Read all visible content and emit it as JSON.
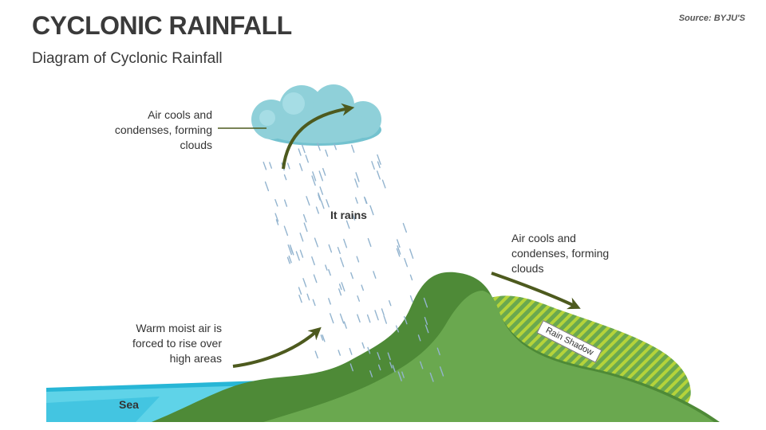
{
  "header": {
    "title": "CYCLONIC RAINFALL",
    "subtitle": "Diagram of Cyclonic Rainfall",
    "source": "Source: BYJU'S"
  },
  "labels": {
    "cloud_label": "Air cools and condenses, forming clouds",
    "it_rains": "It rains",
    "peak_label": "Air cools and condenses, forming clouds",
    "warm_air": "Warm moist air is forced to rise over high areas",
    "sea": "Sea",
    "rain_shadow": "Rain Shadow"
  },
  "colors": {
    "sea_light": "#5fd3e8",
    "sea_dark": "#27b6d6",
    "hill_dark": "#4e8a37",
    "hill_light": "#6aa84f",
    "shadow_stripe": "#b5d33a",
    "cloud": "#8fd0d9",
    "arrow": "#4d5a1e",
    "rain": "#93b4cf"
  },
  "icons": {
    "cloud": "cloud-icon",
    "rain": "raindrops-icon"
  }
}
